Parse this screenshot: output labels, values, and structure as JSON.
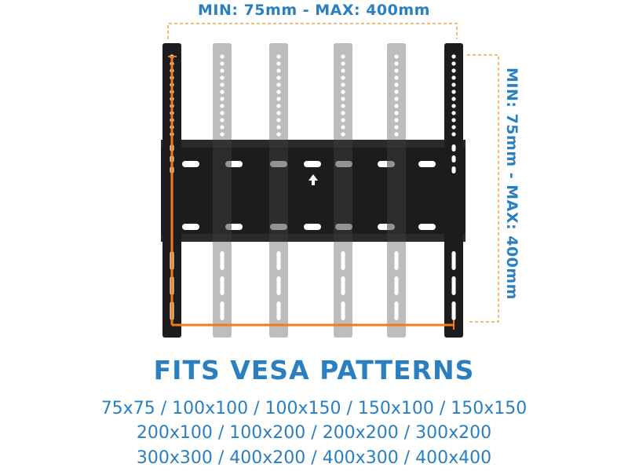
{
  "top_dimension": "MIN: 75mm - MAX: 400mm",
  "side_dimension": "MIN: 75mm - MAX: 400mm",
  "headline": "FITS VESA PATTERNS",
  "patterns": {
    "line_1": "75x75 / 100x100 / 100x150 / 150x100 / 150x150",
    "line_2": "200x100 / 100x200 / 200x200 / 300x200",
    "line_3": "300x300 / 400x200 / 400x300 / 400x400"
  },
  "colors": {
    "text_blue": "#2a7fc1",
    "dashed_orange": "#f0a44a",
    "solid_orange": "#ee7d1d",
    "bracket_dark": "#1c1c1e",
    "bracket_ghost": "#bdbdbd"
  }
}
